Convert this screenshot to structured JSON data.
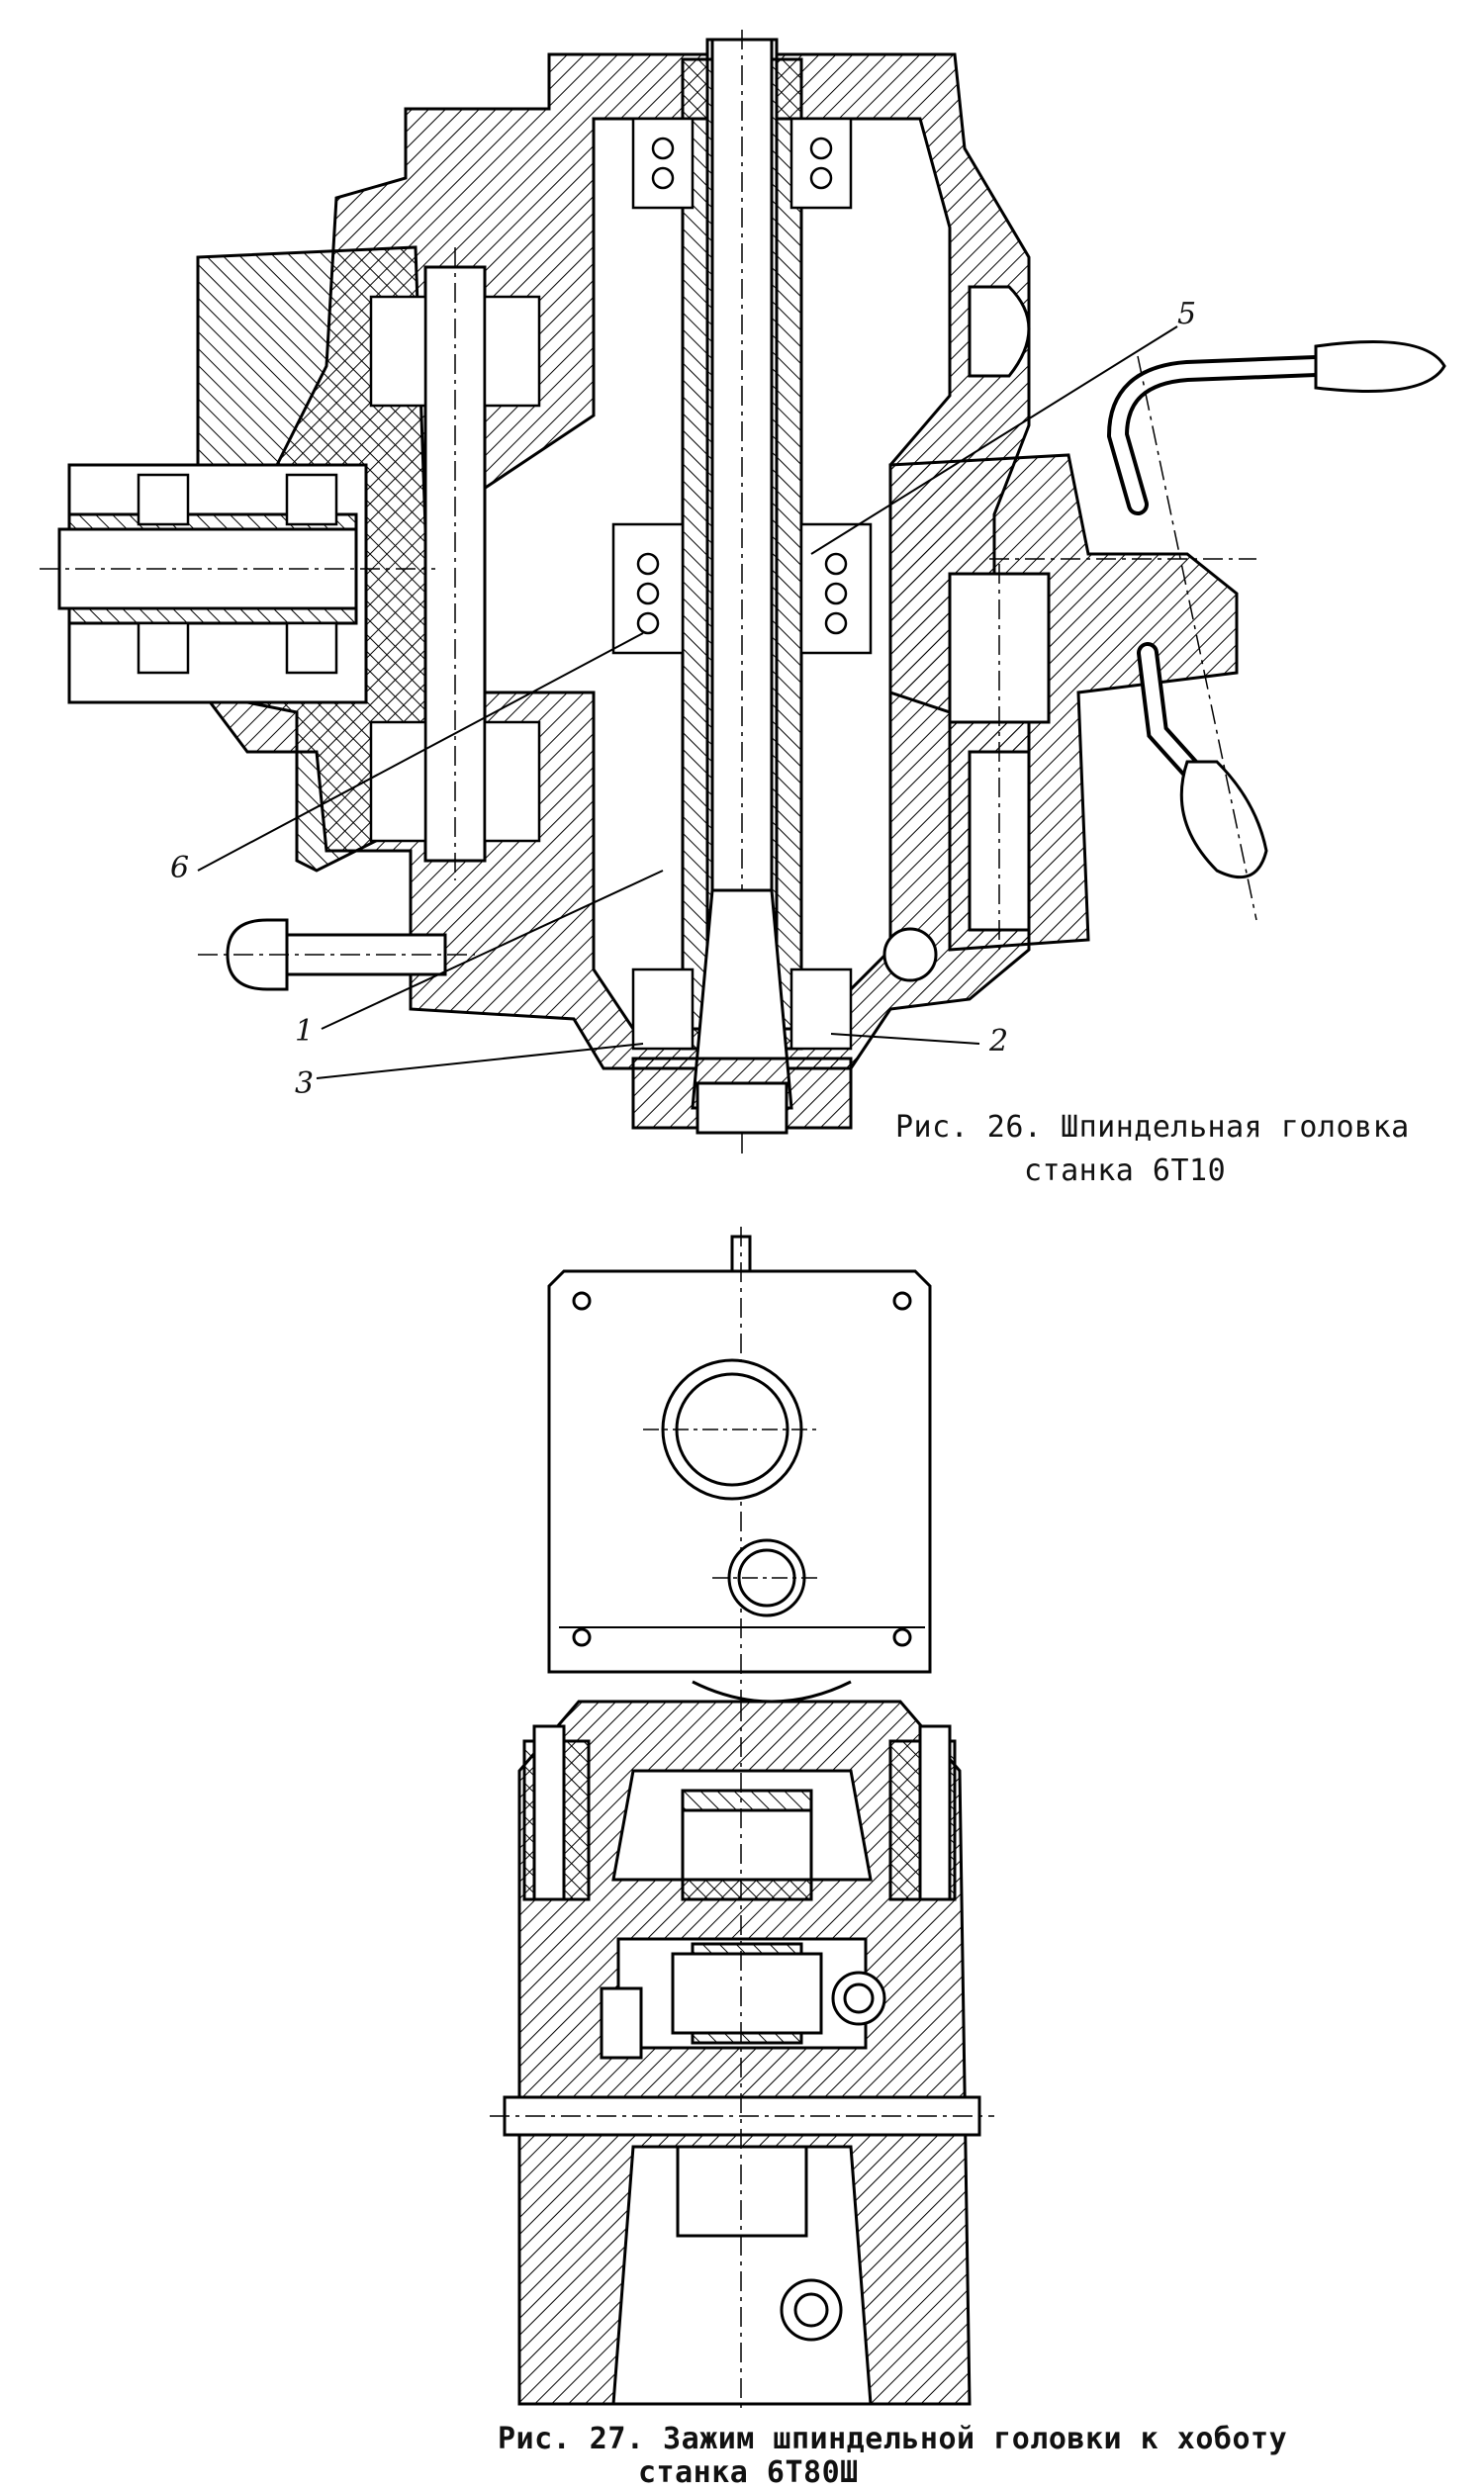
{
  "figure26": {
    "caption_line1": "Рис. 26. Шпиндельная головка",
    "caption_line2": "станка 6Т10",
    "callouts": [
      "1",
      "2",
      "3",
      "5",
      "6"
    ]
  },
  "figure27": {
    "caption_line1": "Рис. 27. Зажим шпиндельной головки к хоботу",
    "caption_line2": "станка 6Т80Ш"
  }
}
